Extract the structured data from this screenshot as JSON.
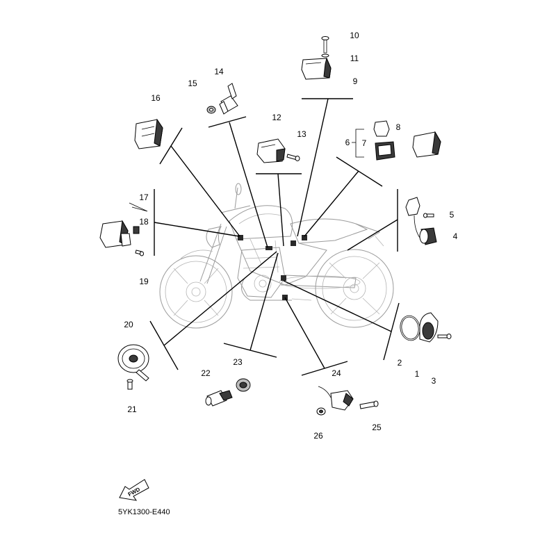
{
  "diagram": {
    "code": "5YK1300-E440",
    "fwd_label": "FWD",
    "callouts": [
      {
        "id": "c1",
        "text": "1"
      },
      {
        "id": "c2",
        "text": "2"
      },
      {
        "id": "c3",
        "text": "3"
      },
      {
        "id": "c4",
        "text": "4"
      },
      {
        "id": "c5",
        "text": "5"
      },
      {
        "id": "c6",
        "text": "6"
      },
      {
        "id": "c7",
        "text": "7"
      },
      {
        "id": "c8",
        "text": "8"
      },
      {
        "id": "c9",
        "text": "9"
      },
      {
        "id": "c10",
        "text": "10"
      },
      {
        "id": "c11",
        "text": "11"
      },
      {
        "id": "c12",
        "text": "12"
      },
      {
        "id": "c13",
        "text": "13"
      },
      {
        "id": "c14",
        "text": "14"
      },
      {
        "id": "c15",
        "text": "15"
      },
      {
        "id": "c16",
        "text": "16"
      },
      {
        "id": "c17",
        "text": "17"
      },
      {
        "id": "c18",
        "text": "18"
      },
      {
        "id": "c19",
        "text": "19"
      },
      {
        "id": "c20",
        "text": "20"
      },
      {
        "id": "c21",
        "text": "21"
      },
      {
        "id": "c22",
        "text": "22"
      },
      {
        "id": "c23",
        "text": "23"
      },
      {
        "id": "c24",
        "text": "24"
      },
      {
        "id": "c25",
        "text": "25"
      },
      {
        "id": "c26",
        "text": "26"
      }
    ]
  }
}
